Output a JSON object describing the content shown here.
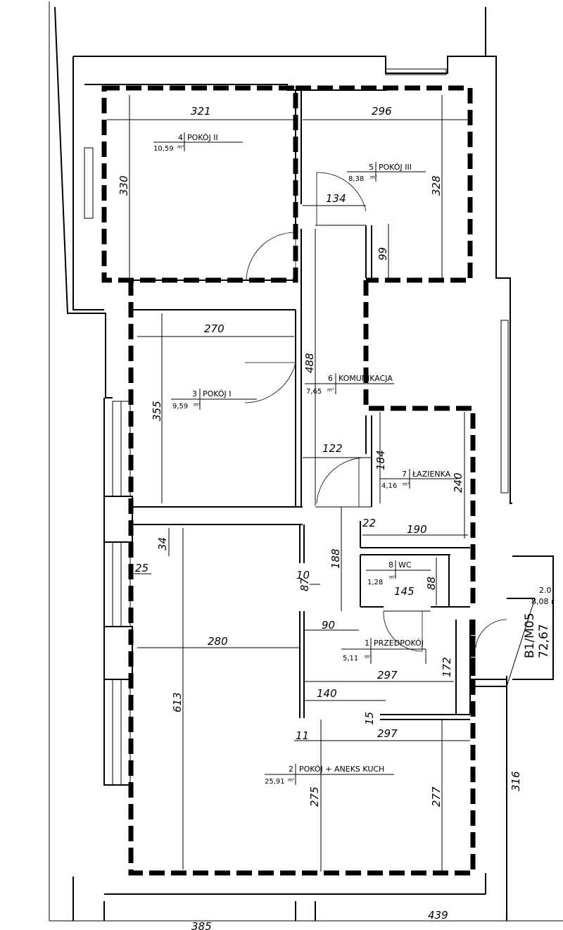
{
  "rooms": [
    {
      "id": "r4",
      "number": "4",
      "name": "POKÓJ II",
      "area": "10,59"
    },
    {
      "id": "r5",
      "number": "5",
      "name": "POKÓJ III",
      "area": "8,38"
    },
    {
      "id": "r6",
      "number": "6",
      "name": "KOMUNIKACJA",
      "area": "7,65"
    },
    {
      "id": "r3",
      "number": "3",
      "name": "POKÓJ I",
      "area": "9,59"
    },
    {
      "id": "r7",
      "number": "7",
      "name": "ŁAZIENKA",
      "area": "4,16"
    },
    {
      "id": "r8",
      "number": "8",
      "name": "WC",
      "area": "1,28"
    },
    {
      "id": "r1",
      "number": "1",
      "name": "PRZEDPOKÓJ",
      "area": "5,11"
    },
    {
      "id": "r2",
      "number": "2",
      "name": "POKÓJ + ANEKS KUCH",
      "area": "25,91"
    }
  ],
  "area_unit": "m²",
  "dimensions": {
    "d321": "321",
    "d296": "296",
    "d330": "330",
    "d328": "328",
    "d134": "134",
    "d99": "99",
    "d270": "270",
    "d488": "488",
    "d355": "355",
    "d122": "122",
    "d184": "184",
    "d240": "240",
    "d22": "22",
    "d190": "190",
    "d34": "34",
    "d25": "25",
    "d10": "10",
    "d87": "87",
    "d188": "188",
    "d145": "145",
    "d88": "88",
    "d90": "90",
    "d280": "280",
    "d297a": "297",
    "d172": "172",
    "d140": "140",
    "d15": "15",
    "d11": "11",
    "d297b": "297",
    "d613": "613",
    "d275": "275",
    "d277": "277",
    "d316": "316",
    "d385": "385",
    "d439": "439"
  },
  "stamp": {
    "code": "B1/M05",
    "area": "72,67",
    "side_top": "2.0",
    "side_area": "8,08 r"
  }
}
